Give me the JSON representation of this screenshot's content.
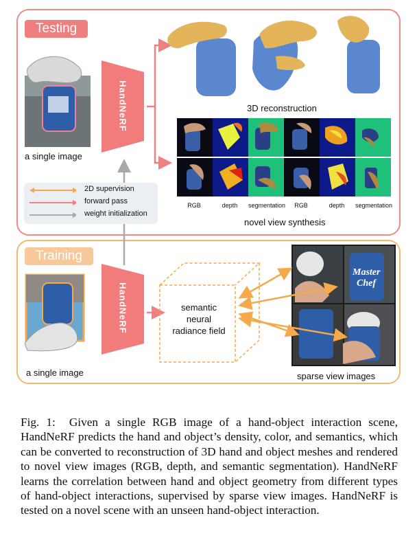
{
  "colors": {
    "testing": "#ee8a8a",
    "training": "#f2b870",
    "nerf_block": "#f27b7b",
    "supervision": "#f5a94a",
    "forward": "#f08080",
    "weight_init": "#a7a9ac"
  },
  "testing": {
    "tag": "Testing",
    "input_label": "a single image",
    "model_name": "HandNeRF",
    "reconstruction_label": "3D reconstruction",
    "synthesis_label": "novel view synthesis",
    "view_labels": [
      "RGB",
      "depth",
      "segmentation",
      "RGB",
      "depth",
      "segmentation"
    ]
  },
  "legend": {
    "supervision": "2D supervision",
    "forward": "forward pass",
    "weight": "weight initialization"
  },
  "training": {
    "tag": "Training",
    "input_label": "a single image",
    "model_name": "HandNeRF",
    "field_line1": "semantic",
    "field_line2": "neural",
    "field_line3": "radiance field",
    "sparse_label": "sparse view images",
    "can_text_top": "Master",
    "can_text_bottom": "Chef"
  },
  "caption": {
    "prefix": "Fig. 1:",
    "text": "Given a single RGB image of a hand-object interaction scene, HandNeRF predicts the hand and object’s density, color, and semantics, which can be converted to reconstruction of 3D hand and object meshes and rendered to novel view images (RGB, depth, and semantic segmentation). HandNeRF learns the correlation between hand and object geometry from different types of hand-object interactions, supervised by sparse view images. HandNeRF is tested on a novel scene with an unseen hand-object interaction."
  }
}
